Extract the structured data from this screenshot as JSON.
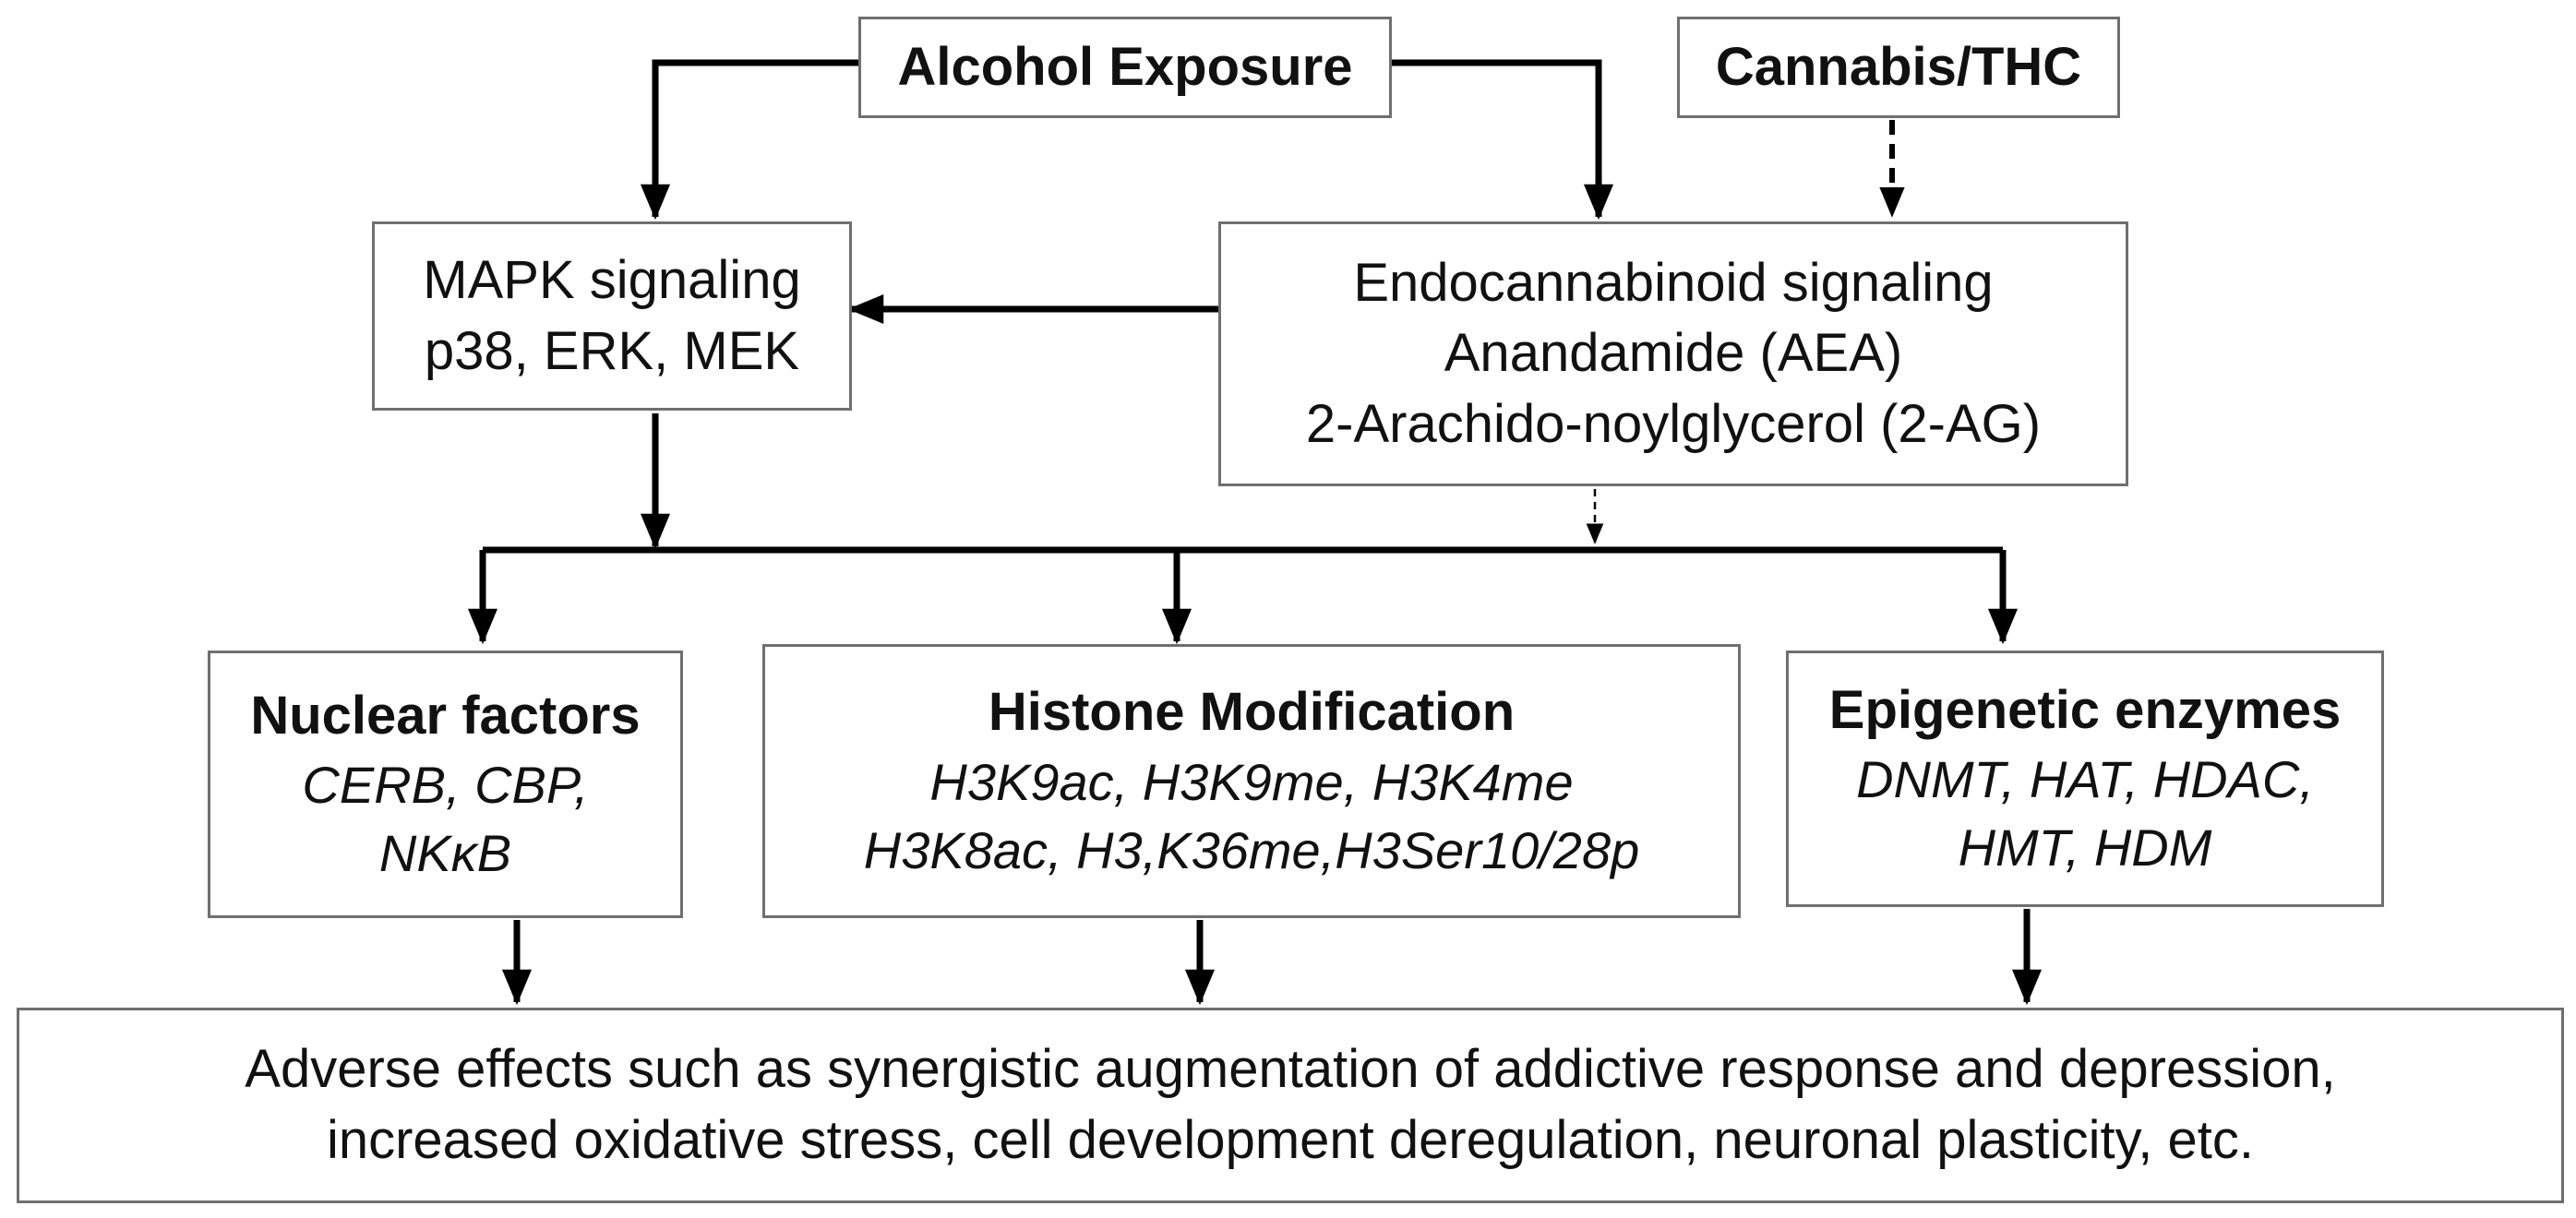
{
  "nodes": {
    "alcohol": {
      "title": "Alcohol Exposure"
    },
    "cannabis": {
      "title": "Cannabis/THC"
    },
    "mapk": {
      "lines": [
        "MAPK signaling",
        "p38, ERK, MEK"
      ]
    },
    "endocannabinoid": {
      "lines": [
        "Endocannabinoid signaling",
        "Anandamide (AEA)",
        "2-Arachido-noylglycerol (2-AG)"
      ]
    },
    "nuclear": {
      "title": "Nuclear factors",
      "items": [
        "CERB, CBP,",
        "NKκB"
      ]
    },
    "histone": {
      "title": "Histone Modification",
      "items": [
        "H3K9ac, H3K9me, H3K4me",
        "H3K8ac, H3,K36me,H3Ser10/28p"
      ]
    },
    "enzymes": {
      "title": "Epigenetic enzymes",
      "items": [
        "DNMT, HAT, HDAC,",
        "HMT, HDM"
      ]
    },
    "adverse": {
      "lines": [
        "Adverse effects such as synergistic augmentation of addictive response and depression,",
        "increased oxidative stress, cell development deregulation, neuronal plasticity, etc."
      ]
    }
  },
  "edges": [
    {
      "from": "alcohol",
      "to": "mapk",
      "style": "solid"
    },
    {
      "from": "alcohol",
      "to": "endocannabinoid",
      "style": "solid"
    },
    {
      "from": "cannabis",
      "to": "endocannabinoid",
      "style": "dashed"
    },
    {
      "from": "endocannabinoid",
      "to": "mapk",
      "style": "solid"
    },
    {
      "from": "mapk",
      "to": "nuclear",
      "style": "solid"
    },
    {
      "from": "mapk",
      "to": "histone",
      "style": "solid"
    },
    {
      "from": "mapk",
      "to": "enzymes",
      "style": "solid"
    },
    {
      "from": "endocannabinoid",
      "to": "distribution-bus",
      "style": "dashed"
    },
    {
      "from": "nuclear",
      "to": "adverse",
      "style": "solid"
    },
    {
      "from": "histone",
      "to": "adverse",
      "style": "solid"
    },
    {
      "from": "enzymes",
      "to": "adverse",
      "style": "solid"
    }
  ],
  "colors": {
    "line": "#000000",
    "box_border": "#6f6f6f",
    "text": "#111111"
  }
}
